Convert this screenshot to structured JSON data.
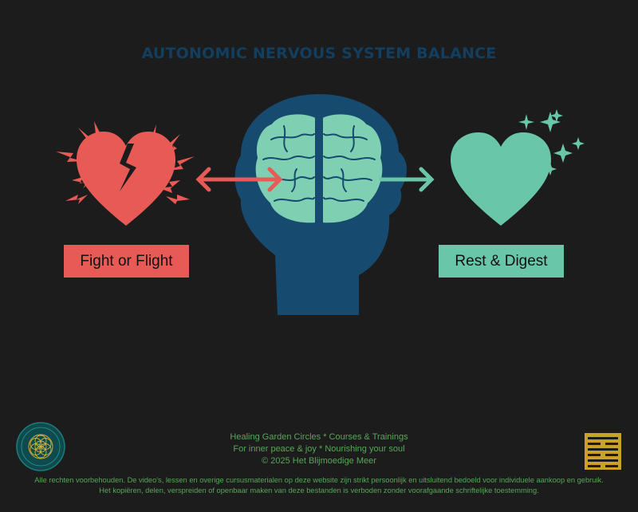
{
  "title": "AUTONOMIC NERVOUS SYSTEM BALANCE",
  "labels": {
    "fight": "Fight or Flight",
    "rest": "Rest & Digest"
  },
  "colors": {
    "background": "#1c1c1c",
    "title": "#123e5f",
    "fight": "#e85a55",
    "rest": "#69c6a8",
    "head": "#164a6e",
    "footer": "#5aa55a",
    "logo_gold": "#c9a227"
  },
  "footer": {
    "line1": "Healing Garden Circles * Courses & Trainings",
    "line2": "For inner peace & joy * Nourishing your soul",
    "line3": "© 2025 Het Blijmoedige Meer",
    "line4": "Alle rechten voorbehouden. De video's, lessen en overige cursusmaterialen op deze website  zijn strikt persoonlijk en uitsluitend bedoeld voor individuele aankoop en gebruik.",
    "line5": "Het kopiëren, delen, verspreiden of openbaar maken van deze bestanden  is verboden zonder voorafgaande schriftelijke toestemming."
  },
  "icons": [
    "broken-heart-icon",
    "head-brain-icon",
    "double-arrow-icon",
    "arrow-right-icon",
    "heart-icon",
    "sparkles-icon",
    "flower-of-life-logo",
    "gold-trigram-logo"
  ]
}
